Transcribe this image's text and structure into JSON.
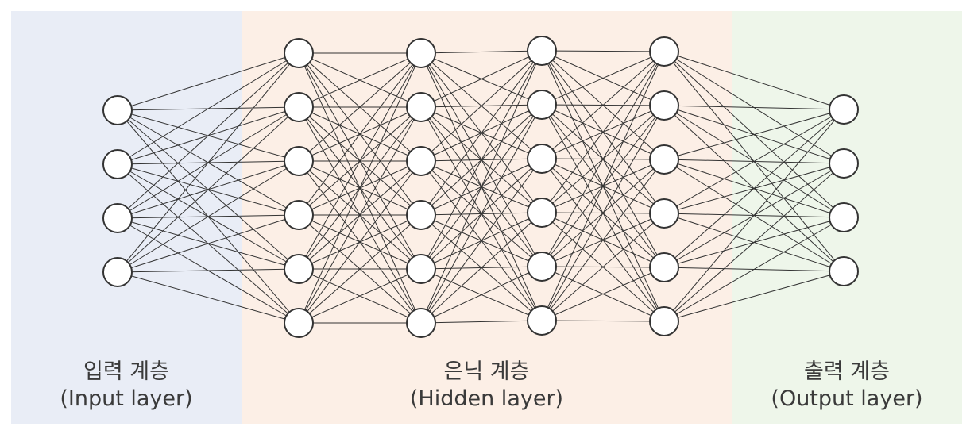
{
  "colors": {
    "input_band": "#e9edf6",
    "hidden_band": "#fcefe6",
    "output_band": "#eef6ea",
    "edge": "#333333",
    "node_stroke": "#333333",
    "node_fill": "#ffffff"
  },
  "network": {
    "layer_sizes": [
      4,
      6,
      6,
      6,
      6,
      4
    ]
  },
  "labels": {
    "input": {
      "korean": "입력 계층",
      "english": "(Input layer)"
    },
    "hidden": {
      "korean": "은닉 계층",
      "english": "(Hidden layer)"
    },
    "output": {
      "korean": "출력 계층",
      "english": "(Output layer)"
    }
  }
}
